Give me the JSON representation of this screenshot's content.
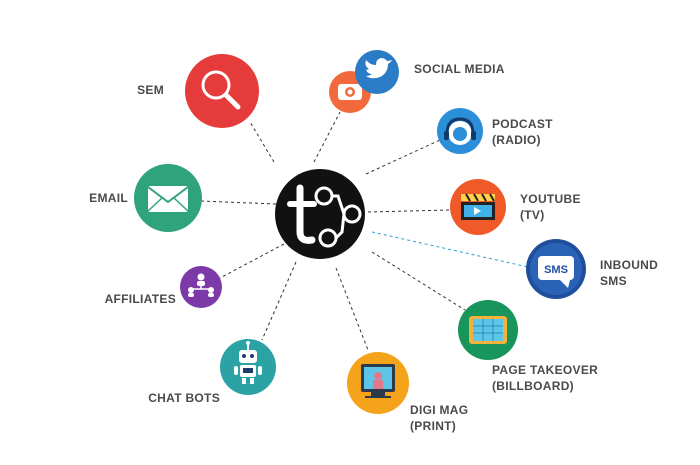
{
  "hub": {
    "icon": "tt-logo-icon"
  },
  "channels": {
    "sem": {
      "label": "SEM",
      "icon": "search-icon",
      "color": "#e63b3b"
    },
    "social": {
      "label": "SOCIAL MEDIA",
      "icon": "twitter-bird-icon",
      "color": "#2a7cc7",
      "secondary_color": "#f26a3b"
    },
    "podcast": {
      "line1": "PODCAST",
      "line2": "(RADIO)",
      "icon": "headphones-icon",
      "color": "#2a8fd8"
    },
    "youtube": {
      "line1": "YOUTUBE",
      "line2": "(TV)",
      "icon": "clapperboard-icon",
      "color": "#f05a28"
    },
    "sms": {
      "line1": "INBOUND",
      "line2": "SMS",
      "icon": "sms-bubble-icon",
      "color": "#1f4f9c",
      "badge": "SMS"
    },
    "page_takeover": {
      "line1": "PAGE TAKEOVER",
      "line2": "(BILLBOARD)",
      "icon": "tablet-icon",
      "color": "#18955a"
    },
    "digi_mag": {
      "line1": "DIGI MAG",
      "line2": "(PRINT)",
      "icon": "magazine-icon",
      "color": "#f5a31a"
    },
    "chat_bots": {
      "label": "CHAT BOTS",
      "icon": "robot-icon",
      "color": "#2ba3a5"
    },
    "affiliates": {
      "label": "AFFILIATES",
      "icon": "network-icon",
      "color": "#7b3aa8"
    },
    "email": {
      "label": "EMAIL",
      "icon": "envelope-icon",
      "color": "#2ea37c"
    }
  },
  "colors": {
    "label": "#4a4a4a",
    "connector": "#333333",
    "highlight_connector": "#2a9fd8",
    "hub": "#111111"
  }
}
